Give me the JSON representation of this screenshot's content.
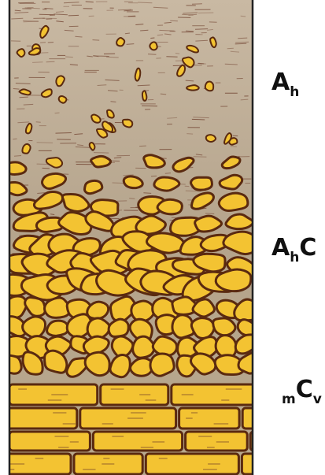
{
  "colors": {
    "matrix": "#b5a48c",
    "stone_fill": "#f3c332",
    "stone_outline": "#5a2a10",
    "streaks": "#6b3a28",
    "border": "#222222"
  },
  "horizons": [
    {
      "id": "Ah",
      "main": "A",
      "sub": "h"
    },
    {
      "id": "AhC",
      "main1": "A",
      "sub": "h",
      "main2": "C"
    },
    {
      "id": "mCv",
      "pre": "m",
      "main": "C",
      "sub": "v"
    }
  ]
}
